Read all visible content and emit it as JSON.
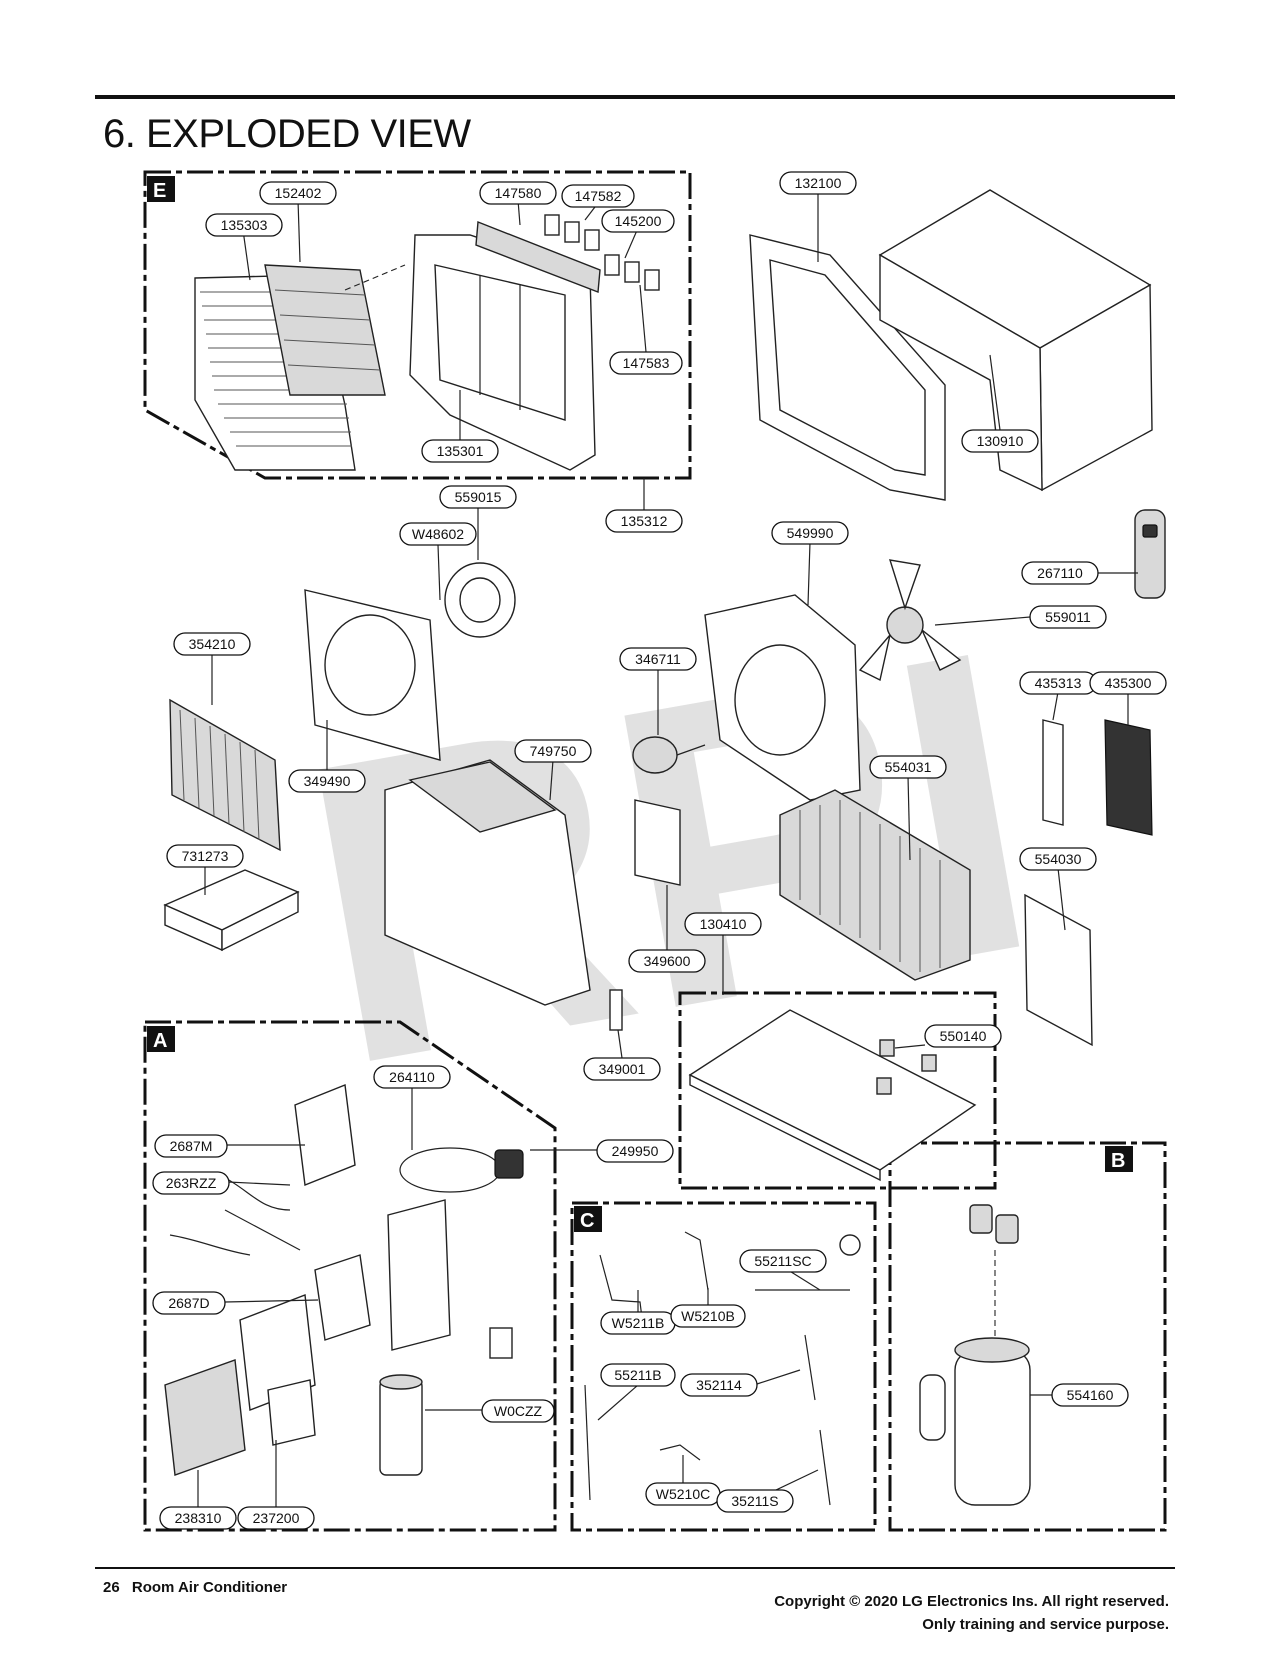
{
  "page": {
    "title": "6. EXPLODED VIEW",
    "watermark": "RPI",
    "footer": {
      "page_number": "26",
      "doc_name": "Room Air Conditioner",
      "copyright": "Copyright © 2020 LG Electronics Ins. All right reserved.",
      "purpose": "Only training and service purpose."
    }
  },
  "sections": {
    "E": "E",
    "A": "A",
    "B": "B",
    "C": "C"
  },
  "callouts": {
    "c152402": "152402",
    "c147580": "147580",
    "c147582": "147582",
    "c145200": "145200",
    "c135303": "135303",
    "c147583": "147583",
    "c135301": "135301",
    "c135312": "135312",
    "c132100": "132100",
    "c130910": "130910",
    "c559015": "559015",
    "cW48602": "W48602",
    "c549990": "549990",
    "c267110": "267110",
    "c559011": "559011",
    "c354210": "354210",
    "c346711": "346711",
    "c435313": "435313",
    "c435300": "435300",
    "c749750": "749750",
    "c349490": "349490",
    "c554031": "554031",
    "c731273": "731273",
    "c554030": "554030",
    "c130410": "130410",
    "c349600": "349600",
    "c550140": "550140",
    "c264110": "264110",
    "c349001": "349001",
    "c2687M": "2687M",
    "c249950": "249950",
    "c263RZZ": "263RZZ",
    "c55211SC": "55211SC",
    "cW5211B": "W5211B",
    "cW5210B": "W5210B",
    "c2687D": "2687D",
    "c55211B": "55211B",
    "c352114": "352114",
    "c554160": "554160",
    "cW0CZZ": "W0CZZ",
    "cW5210C": "W5210C",
    "c35211S": "35211S",
    "c238310": "238310",
    "c237200": "237200"
  }
}
